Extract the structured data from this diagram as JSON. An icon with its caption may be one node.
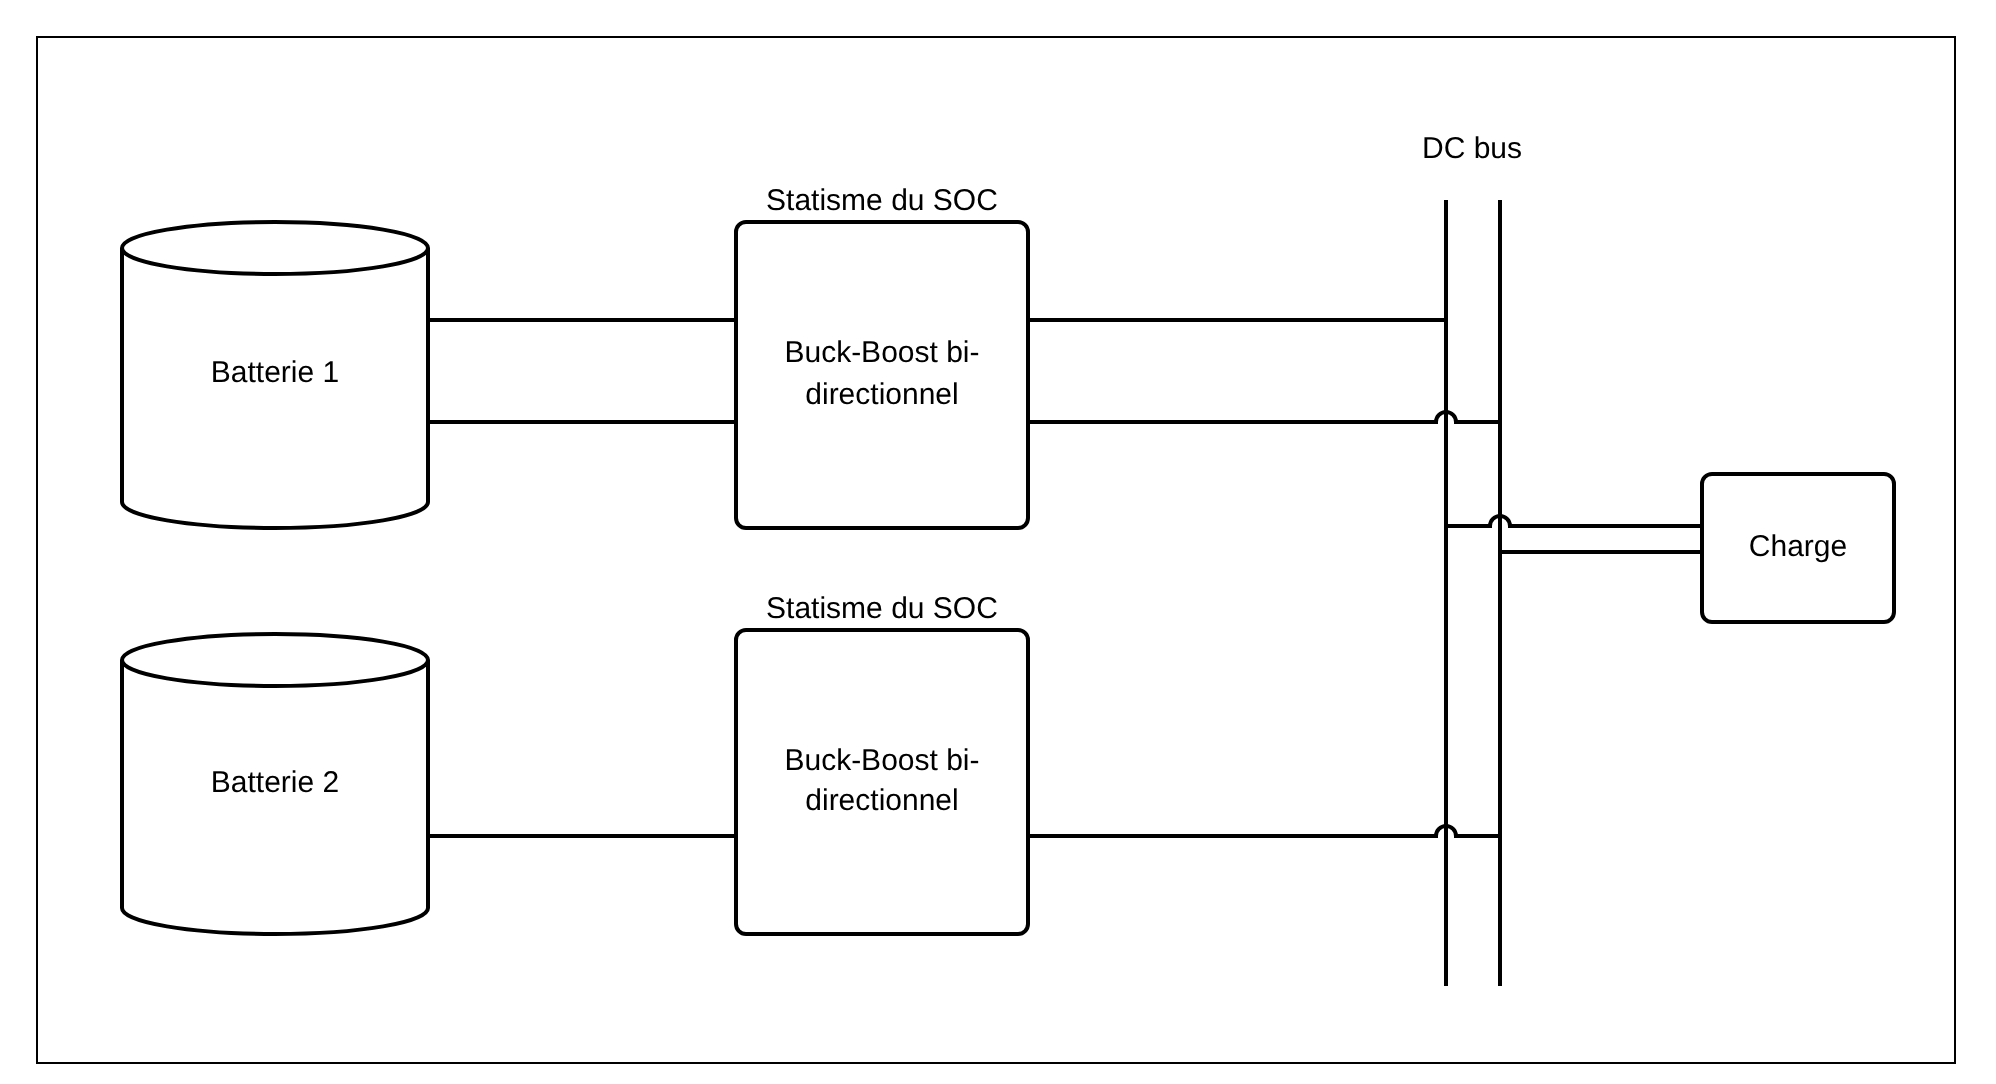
{
  "diagram": {
    "nodes": [
      {
        "text": [
          "Batterie 1"
        ]
      },
      {
        "text": [
          "Statisme du SOC",
          "Buck-Boost bi-directionnel"
        ]
      },
      {
        "text": [
          "Batterie 2"
        ]
      },
      {
        "text": [
          "Statisme du SOC",
          "Buck-Boost bi-directionnel"
        ]
      },
      {
        "text": [],
        "shape": "bar"
      },
      {
        "text": [],
        "shape": "bar"
      },
      {
        "text": [
          "Charge"
        ]
      }
    ],
    "edges": [
      {
        "from": 0,
        "to": 1,
        "arrow": "none"
      },
      {
        "from": 0,
        "to": 1,
        "arrow": "none"
      },
      {
        "from": 1,
        "to": 4,
        "arrow": "none"
      },
      {
        "from": 1,
        "to": 5,
        "arrow": "none"
      },
      {
        "from": 2,
        "to": 3,
        "arrow": "none"
      },
      {
        "from": 3,
        "to": 5,
        "arrow": "none"
      },
      {
        "from": 4,
        "to": 6,
        "arrow": "none"
      },
      {
        "from": 5,
        "to": 6,
        "arrow": "none"
      }
    ],
    "labels": [
      "DC bus"
    ]
  }
}
